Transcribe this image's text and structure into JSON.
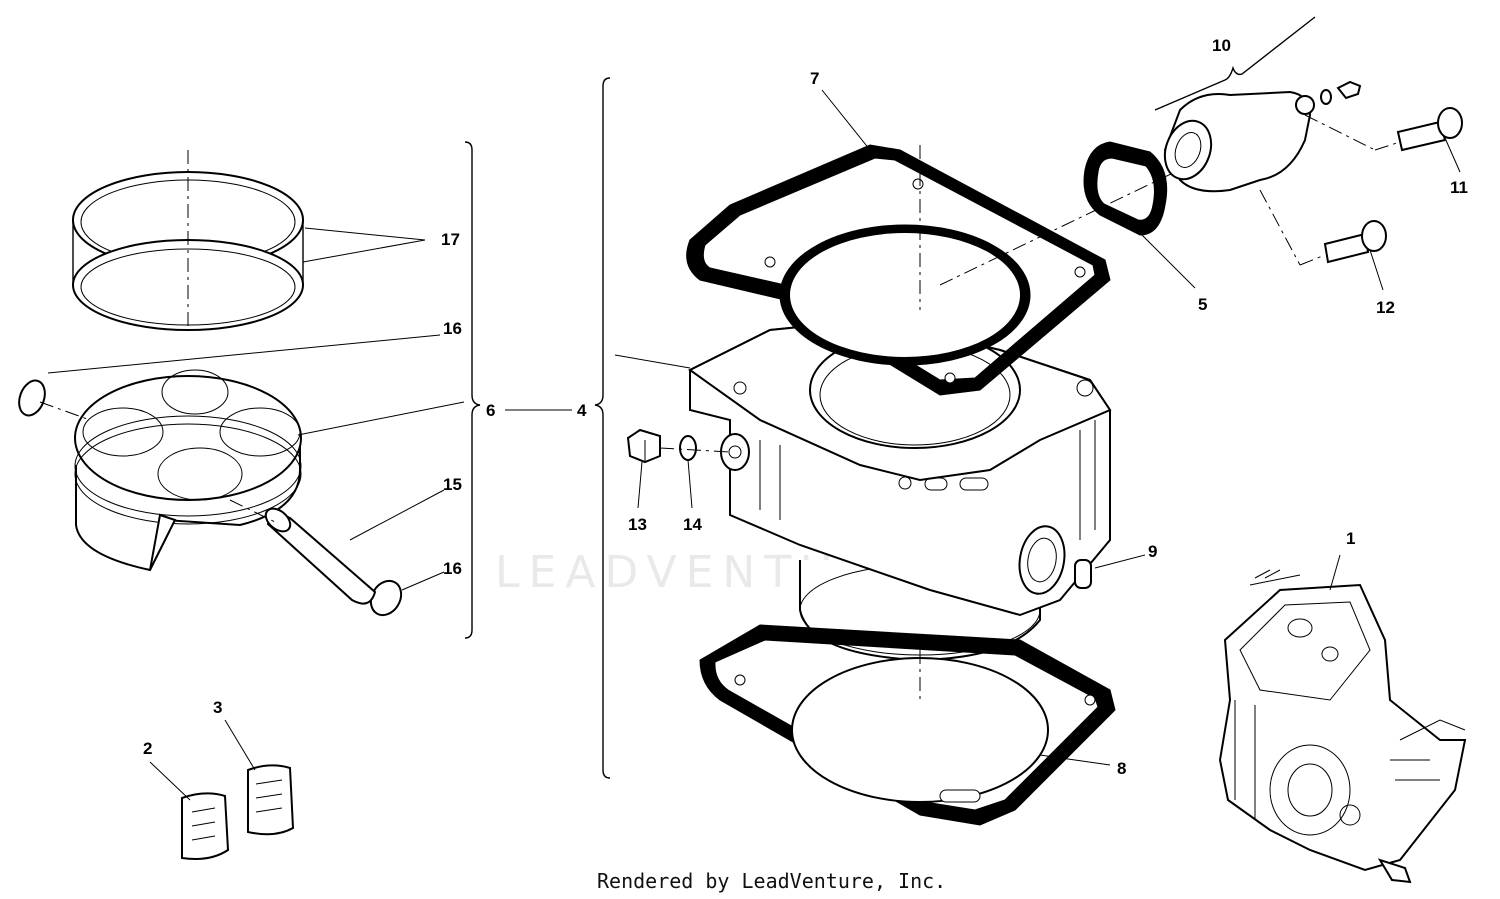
{
  "callouts": {
    "c1": "1",
    "c2": "2",
    "c3": "3",
    "c4": "4",
    "c5": "5",
    "c6": "6",
    "c7": "7",
    "c8": "8",
    "c9": "9",
    "c10": "10",
    "c11": "11",
    "c12": "12",
    "c13": "13",
    "c14": "14",
    "c15": "15",
    "c16a": "16",
    "c16b": "16",
    "c17": "17"
  },
  "watermark": "LEADVENTURE",
  "credit": "Rendered by LeadVenture, Inc."
}
